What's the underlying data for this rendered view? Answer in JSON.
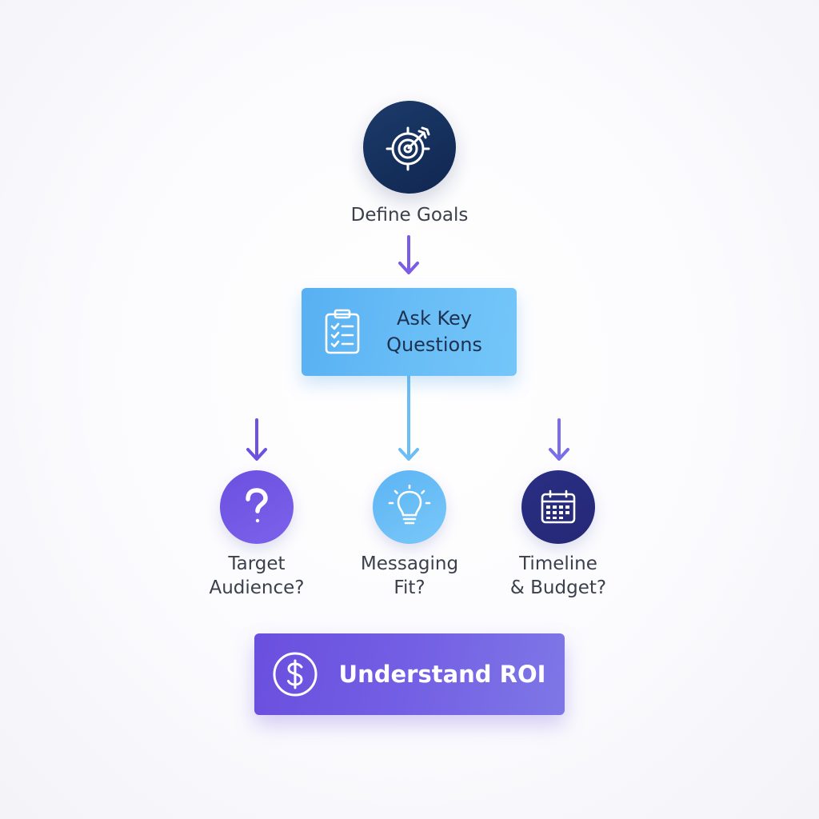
{
  "diagram": {
    "top_node": {
      "label": "Define Goals",
      "icon": "target-icon"
    },
    "middle_node": {
      "line1": "Ask Key",
      "line2": "Questions",
      "icon": "clipboard-checklist-icon"
    },
    "branches": [
      {
        "line1": "Target",
        "line2": "Audience?",
        "icon": "question-icon"
      },
      {
        "line1": "Messaging",
        "line2": "Fit?",
        "icon": "lightbulb-icon"
      },
      {
        "line1": "Timeline",
        "line2": "& Budget?",
        "icon": "calendar-icon"
      }
    ],
    "bottom_node": {
      "label": "Understand ROI",
      "icon": "dollar-icon"
    }
  },
  "colors": {
    "navy": "#15305c",
    "sky": "#68bdf6",
    "violet": "#7259e4",
    "indigo": "#272a7a",
    "text": "#3b404c",
    "arrow_violet": "#7a5ce6",
    "arrow_sky": "#6cbdf4"
  }
}
